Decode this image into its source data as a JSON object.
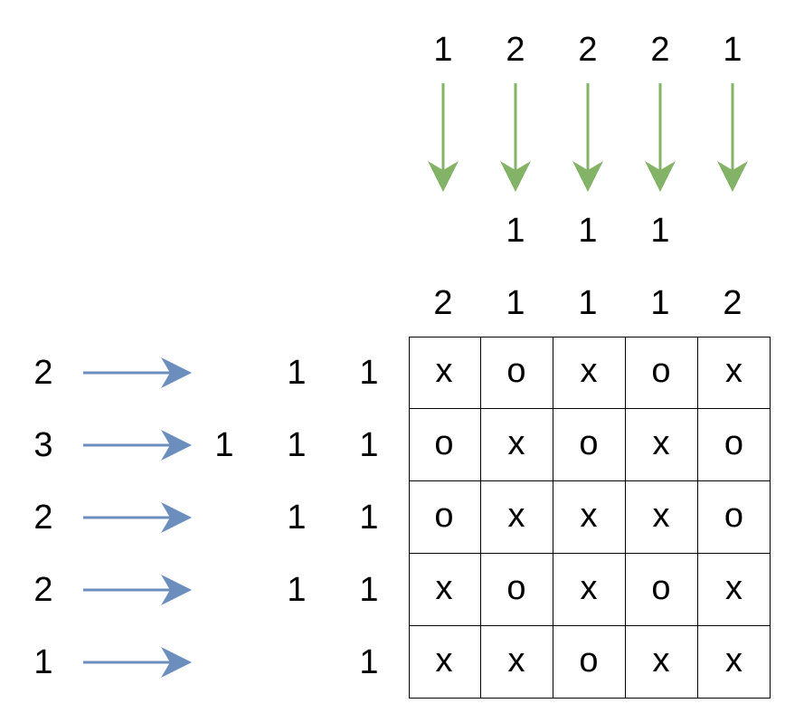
{
  "colors": {
    "column_arrow": "#82b366",
    "row_arrow": "#6c8ebf",
    "grid_line": "#000000"
  },
  "column_totals": [
    "1",
    "2",
    "2",
    "2",
    "1"
  ],
  "column_clues": [
    [
      "2"
    ],
    [
      "1",
      "1"
    ],
    [
      "1",
      "1"
    ],
    [
      "1",
      "1"
    ],
    [
      "2"
    ]
  ],
  "row_totals": [
    "2",
    "3",
    "2",
    "2",
    "1"
  ],
  "row_clues": [
    [
      "1",
      "1"
    ],
    [
      "1",
      "1",
      "1"
    ],
    [
      "1",
      "1"
    ],
    [
      "1",
      "1"
    ],
    [
      "1"
    ]
  ],
  "grid": [
    [
      "x",
      "o",
      "x",
      "o",
      "x"
    ],
    [
      "o",
      "x",
      "o",
      "x",
      "o"
    ],
    [
      "o",
      "x",
      "x",
      "x",
      "o"
    ],
    [
      "x",
      "o",
      "x",
      "o",
      "x"
    ],
    [
      "x",
      "x",
      "o",
      "x",
      "x"
    ]
  ]
}
